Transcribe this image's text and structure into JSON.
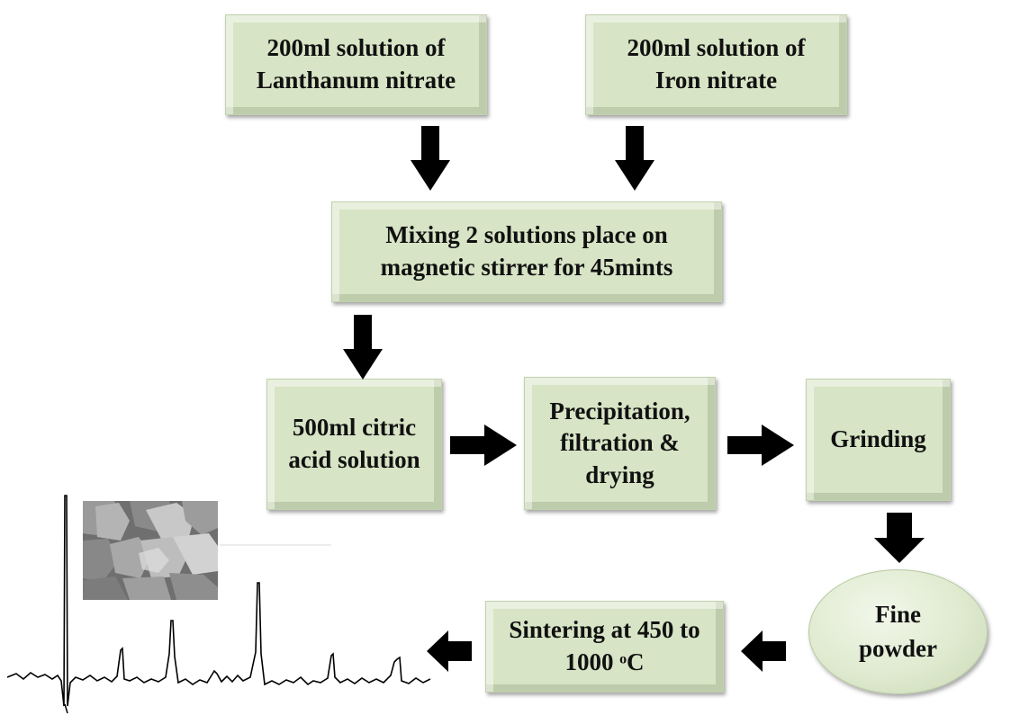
{
  "diagram": {
    "boxes": {
      "lanthanum": "200ml solution of\nLanthanum nitrate",
      "iron": "200ml solution of\nIron nitrate",
      "mixing": "Mixing 2 solutions place on\nmagnetic stirrer for 45mints",
      "citric": "500ml citric\nacid solution",
      "precipitation": "Precipitation,\nfiltration &\ndrying",
      "grinding": "Grinding",
      "fine_powder": "Fine\npowder",
      "sintering": "Sintering at 450 to\n1000 ᵒC"
    },
    "colors": {
      "box_fill": "#d7e4c5",
      "arrow": "#000000"
    },
    "inset_images": [
      "sem-micrograph",
      "xrd-pattern"
    ]
  }
}
